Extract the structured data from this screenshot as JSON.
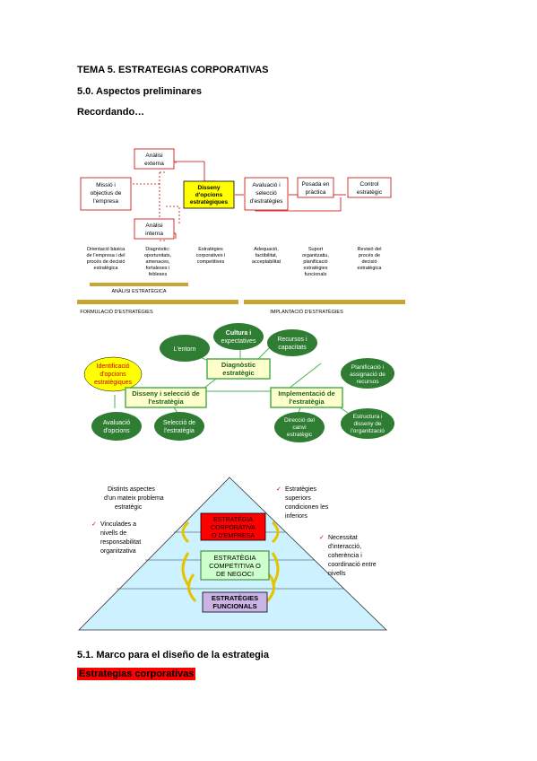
{
  "doc": {
    "title": "TEMA 5. ESTRATEGIAS CORPORATIVAS",
    "h_50": "5.0. Aspectos preliminares",
    "recordando": "Recordando…",
    "h_51": "5.1. Marco para el diseño de la estrategia",
    "highlight": "Estrategias corporativas"
  },
  "fig1": {
    "b_mision": [
      "Missió i",
      "objectius de",
      "l'empresa"
    ],
    "b_ext": [
      "Anàlisi",
      "externa"
    ],
    "b_int": [
      "Anàlisi",
      "interna"
    ],
    "b_dis": [
      "Disseny",
      "d'opcions",
      "estratègiques"
    ],
    "b_aval": [
      "Avaluació i",
      "selecció",
      "d'estratègies"
    ],
    "b_pos": [
      "Posada en",
      "pràctica"
    ],
    "b_ctrl": [
      "Control",
      "estratègic"
    ],
    "d1": [
      "Orientació bàsica",
      "de l'empresa i del",
      "procés de decisió",
      "estratègica"
    ],
    "d2": [
      "Diagnòstic:",
      "oportunitats,",
      "amenaces,",
      "fortaleses i",
      "febleses"
    ],
    "d3": [
      "Estratègies",
      "corporatives i",
      "competitives"
    ],
    "d4": [
      "Adequació,",
      "factibilitat,",
      "acceptabilitat"
    ],
    "d5": [
      "Suport",
      "organitzatiu,",
      "planificació",
      "estratègies",
      "funcionals"
    ],
    "d6": [
      "Revisió del",
      "procés de",
      "decisió",
      "estratègica"
    ],
    "bar_an": "ANÀLISI ESTRATÈGICA",
    "bar_form": "FORMULACIÓ D'ESTRATÈGIES",
    "bar_impl": "IMPLANTACIÓ D'ESTRATÈGIES",
    "accent": "#ffff00",
    "bar_color": "#c8a530"
  },
  "fig2": {
    "entorn": "L'entorn",
    "cultura": [
      "Cultura i",
      "expectatives"
    ],
    "recursos": [
      "Recursos i",
      "capacitats"
    ],
    "planif": [
      "Planificació i",
      "assignació de",
      "recursos"
    ],
    "ident": [
      "Identificació",
      "d'opcions",
      "estratègiques"
    ],
    "diag": [
      "Diagnòstic",
      "estratègic"
    ],
    "disseny": [
      "Disseny i selecció de",
      "l'estratègia"
    ],
    "impl": [
      "Implementació de",
      "l'estratègia"
    ],
    "aval": [
      "Avaluació",
      "d'opcions"
    ],
    "selec": [
      "Selecció de",
      "l'estratègia"
    ],
    "direc": [
      "Direcció del",
      "canvi",
      "estratègic"
    ],
    "estruct": [
      "Estructura i",
      "disseny de",
      "l'organització"
    ],
    "oval_color": "#2e7d32",
    "box_border": "#4caf50"
  },
  "fig3": {
    "left_top": [
      "Distints aspectes",
      "d'un mateix problema",
      "estratègic"
    ],
    "left_check": [
      "Vinculades a",
      "nivells de",
      "responsabilitat",
      "organitzativa"
    ],
    "right_top": [
      "Estratègies",
      "superiors",
      "condicionen les",
      "inferiors"
    ],
    "right_mid": [
      "Necessitat",
      "d'interacció,",
      "coherència i",
      "coordinació entre",
      "nivells"
    ],
    "l1": [
      "ESTRATÈGIA",
      "CORPORATIVA",
      "O D'EMPRESA"
    ],
    "l2": [
      "ESTRATÈGIA",
      "COMPETITIVA O",
      "DE NEGOCI"
    ],
    "l3": [
      "ESTRATÈGIES",
      "FUNCIONALS"
    ],
    "c_l1": "#ff0000",
    "c_l2": "#ccffcc",
    "c_l3": "#ccb3e6",
    "c_pyr": "#ccf2ff"
  }
}
